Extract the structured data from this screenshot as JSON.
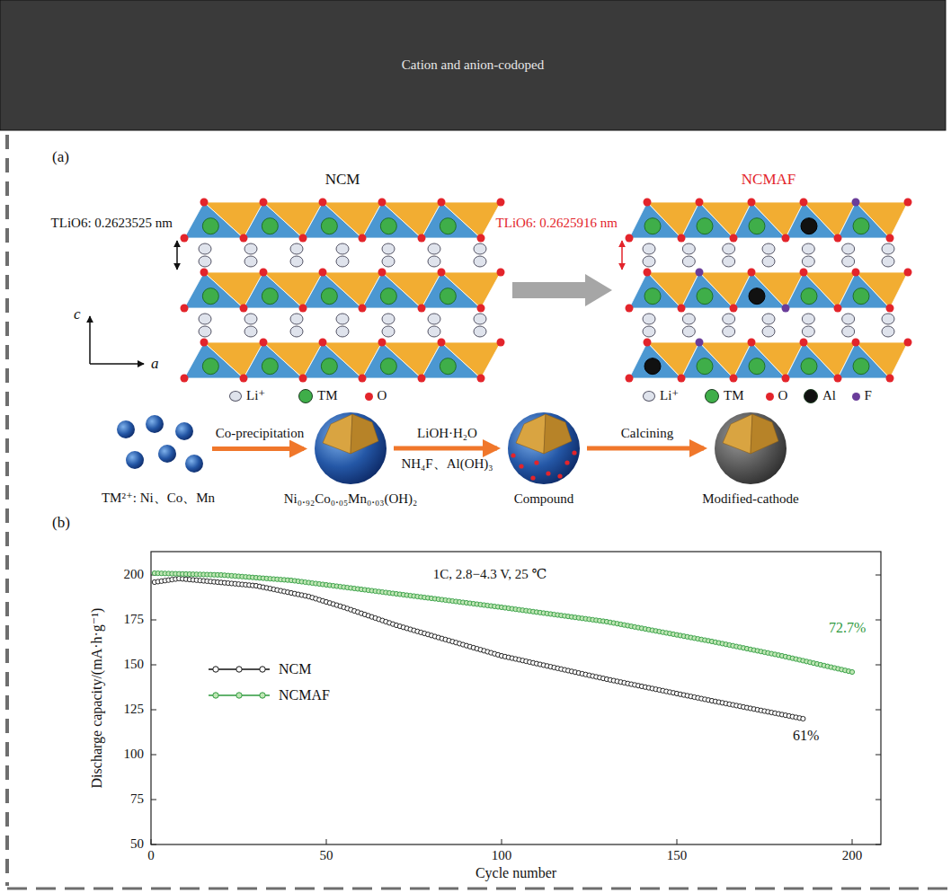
{
  "diagram": {
    "title": "Cation and anion-codoped",
    "nodes": [
      {
        "text": [
          "NCM",
          "TLiO6: 0.2623525 nm"
        ]
      },
      {
        "text": [
          "NCMAF",
          "TLiO6: 0.2625916 nm"
        ]
      },
      {
        "text": [
          "TM²⁺: Ni、Co、Mn"
        ]
      },
      {
        "text": [
          "Ni₀.₉₂Co₀.₀₅Mn₀.₀₃(OH)₂"
        ]
      },
      {
        "text": [
          "Compound"
        ]
      },
      {
        "text": [
          "Modified-cathode"
        ]
      }
    ],
    "edges": [
      {
        "from": 0,
        "to": 1,
        "arrow": "to"
      },
      {
        "from": 2,
        "to": 3,
        "label": "Co-precipitation",
        "arrow": "to"
      },
      {
        "from": 3,
        "to": 4,
        "label": "LiOH·H₂O NH₄F、Al(OH)₃",
        "arrow": "to"
      },
      {
        "from": 4,
        "to": 5,
        "label": "Calcining",
        "arrow": "to"
      }
    ],
    "labels": [
      "(a)",
      "c",
      "a",
      "(b)",
      "1C, 2.8−4.3 V, 25 ℃",
      "72.7%",
      "61%",
      "Discharge capacity/(mA·h·g⁻¹)",
      "Cycle number",
      "50",
      "75",
      "100",
      "125",
      "150",
      "175",
      "200",
      "0",
      "50",
      "100",
      "150",
      "200"
    ],
    "legend": [
      {
        "text": "Li⁺",
        "color": "#dfe3ec"
      },
      {
        "text": "TM",
        "color": "#3fae49"
      },
      {
        "text": "O",
        "color": "#e3242b"
      },
      {
        "text": "Li⁺",
        "color": "#dfe3ec"
      },
      {
        "text": "TM",
        "color": "#3fae49"
      },
      {
        "text": "O",
        "color": "#e3242b"
      },
      {
        "text": "Al",
        "color": "#111111"
      },
      {
        "text": "F",
        "color": "#6a3d9a"
      },
      {
        "text": "NCM"
      },
      {
        "text": "NCMAF"
      }
    ]
  }
}
